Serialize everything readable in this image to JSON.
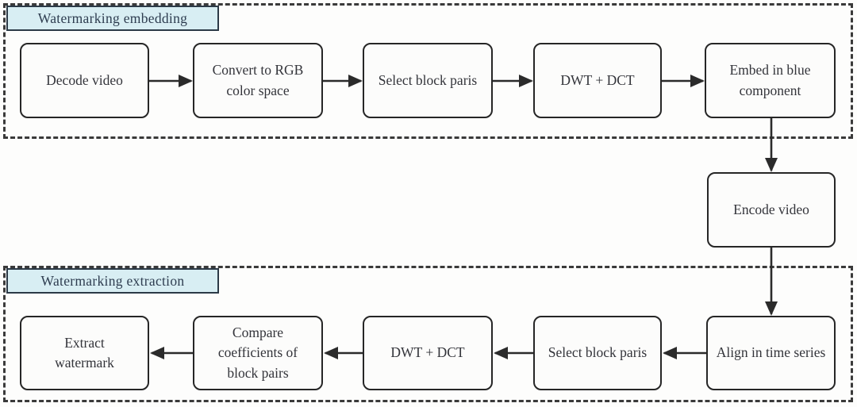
{
  "diagram": {
    "embedding": {
      "section_label": "Watermarking embedding",
      "steps": [
        {
          "label": "Decode video"
        },
        {
          "label": "Convert to RGB color space"
        },
        {
          "label": "Select block paris"
        },
        {
          "label": "DWT + DCT"
        },
        {
          "label": "Embed in blue component"
        }
      ]
    },
    "middle": {
      "encode_label": "Encode video"
    },
    "extraction": {
      "section_label": "Watermarking extraction",
      "steps": [
        {
          "label": "Align in time series"
        },
        {
          "label": "Select block paris"
        },
        {
          "label": "DWT + DCT"
        },
        {
          "label": "Compare coefficients of block pairs"
        },
        {
          "label": "Extract watermark"
        }
      ]
    },
    "edges": [
      "Decode video -> Convert to RGB color space",
      "Convert to RGB color space -> Select block paris",
      "Select block paris -> DWT + DCT",
      "DWT + DCT -> Embed in blue component",
      "Embed in blue component -> Encode video",
      "Encode video -> Align in time series",
      "Align in time series -> Select block paris",
      "Select block paris -> DWT + DCT",
      "DWT + DCT -> Compare coefficients of block pairs",
      "Compare coefficients of block pairs -> Extract watermark"
    ],
    "colors": {
      "section_label_bg": "#d8eef3",
      "node_border": "#262626",
      "dashed_border": "#3a3a3a",
      "arrow": "#2b2b2b",
      "text": "#33343a"
    }
  }
}
